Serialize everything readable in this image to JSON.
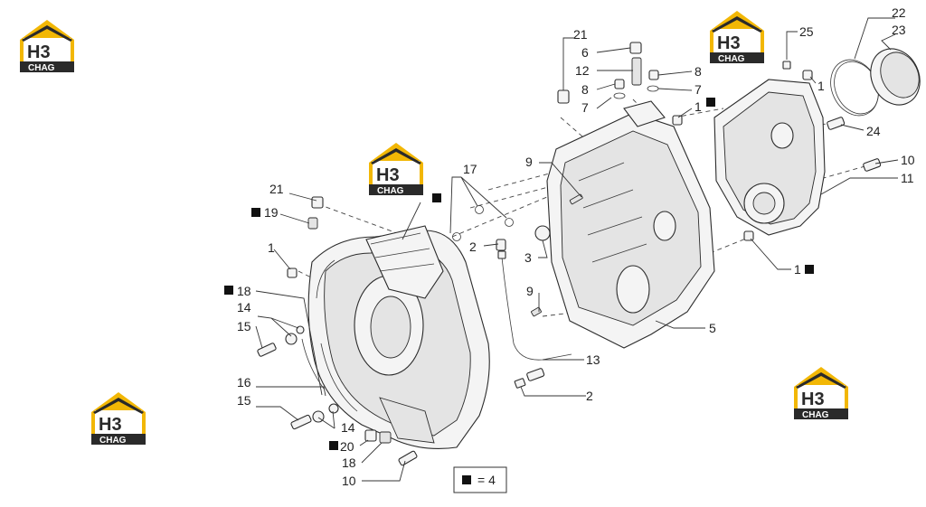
{
  "logo": {
    "mark": "H3",
    "word": "CHAG",
    "accent": "#f2b705",
    "dark": "#2a2a2a"
  },
  "labels": {
    "l21a": "21",
    "l19": "19",
    "l1a": "1",
    "l18a": "18",
    "l14a": "14",
    "l15a": "15",
    "l16": "16",
    "l15b": "15",
    "l14b": "14",
    "l20": "20",
    "l18b": "18",
    "l10a": "10",
    "l17": "17",
    "l2a": "2",
    "l3": "3",
    "l9a": "9",
    "l9b": "9",
    "l13": "13",
    "l2b": "2",
    "l5": "5",
    "l21b": "21",
    "l6": "6",
    "l12": "12",
    "l8a": "8",
    "l7a": "7",
    "l8b": "8",
    "l7b": "7",
    "l1b": "1",
    "l25": "25",
    "l1c": "1",
    "l22": "22",
    "l23": "23",
    "l24": "24",
    "l10b": "10",
    "l11": "11",
    "l1d": "1"
  },
  "legend": {
    "text": "= 4"
  }
}
